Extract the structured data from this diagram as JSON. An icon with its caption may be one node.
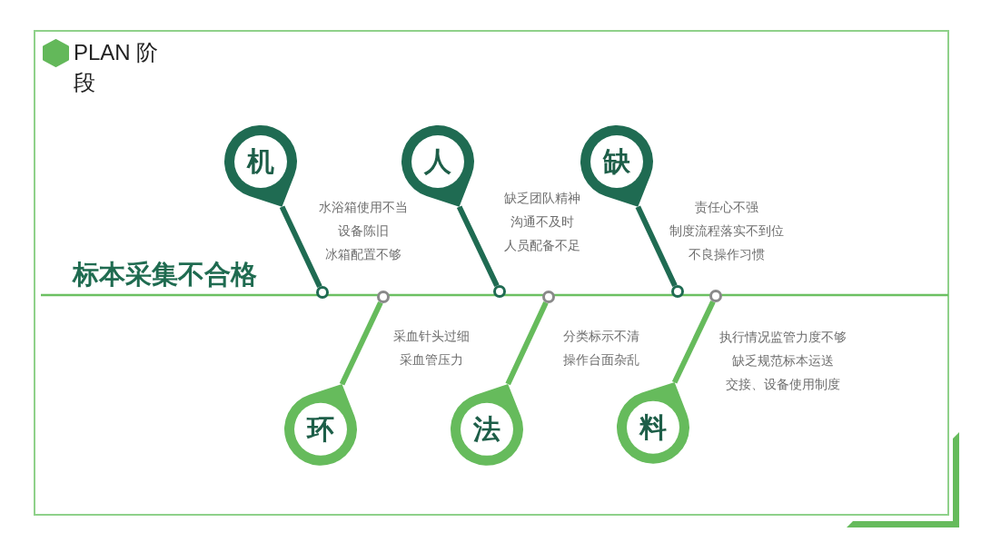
{
  "diagram": {
    "title": "PLAN 阶段",
    "nodes": [
      {
        "text": [
          "机"
        ]
      },
      {
        "text": [
          "人"
        ]
      },
      {
        "text": [
          "缺"
        ]
      },
      {
        "text": [
          "环"
        ]
      },
      {
        "text": [
          "法"
        ]
      },
      {
        "text": [
          "料"
        ]
      },
      {
        "text": [],
        "shape": "circle"
      },
      {
        "text": [],
        "shape": "circle"
      },
      {
        "text": [],
        "shape": "circle"
      },
      {
        "text": [],
        "shape": "circle"
      },
      {
        "text": [],
        "shape": "circle"
      },
      {
        "text": [],
        "shape": "circle"
      }
    ],
    "edges": [
      {
        "from": 0,
        "to": 6,
        "arrow": "none",
        "color": "#1f6b52"
      },
      {
        "from": 3,
        "to": 7,
        "arrow": "none",
        "color": "#66bb5c"
      },
      {
        "from": 1,
        "to": 8,
        "arrow": "none",
        "color": "#1f6b52"
      },
      {
        "from": 4,
        "to": 9,
        "arrow": "none",
        "color": "#66bb5c"
      },
      {
        "from": 2,
        "to": 10,
        "arrow": "none",
        "color": "#1f6b52"
      },
      {
        "from": 5,
        "to": 11,
        "arrow": "none",
        "color": "#66bb5c"
      }
    ],
    "labels": [
      "水浴箱使用不当",
      "设备陈旧",
      "冰箱配置不够",
      "缺乏团队精神",
      "沟通不及时",
      "人员配备不足",
      "责任心不强",
      "制度流程落实不到位",
      "不良操作习惯",
      "标本采集不合格",
      "采血针头过细",
      "采血管压力",
      "分类标示不清",
      "操作台面杂乱",
      "执行情况监管力度不够",
      "缺乏规范标本运送",
      "交接、设备使用制度"
    ]
  }
}
